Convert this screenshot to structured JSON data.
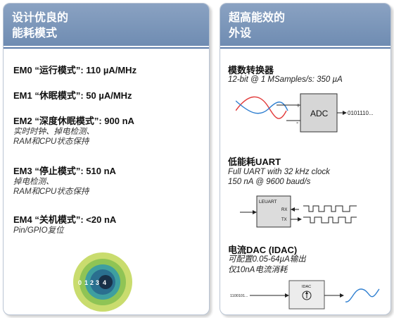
{
  "left": {
    "header": [
      "设计优良的",
      "能耗模式"
    ],
    "modes": [
      {
        "title": "EM0 “运行模式”: 110 µA/MHz",
        "desc": []
      },
      {
        "title": "EM1 “休眠模式”: 50 µA/MHz",
        "desc": []
      },
      {
        "title": "EM2 “深度休眠模式”: 900 nA",
        "desc": [
          "实时时钟、掉电检测、",
          "RAM和CPU状态保持"
        ]
      },
      {
        "title": "EM3 “停止模式”: 510 nA",
        "desc": [
          "掉电检测、",
          "RAM和CPU状态保持"
        ]
      },
      {
        "title": "EM4 “关机模式”: <20 nA",
        "desc": [
          "Pin/GPIO复位"
        ]
      }
    ],
    "target_labels": [
      "0",
      "1",
      "2",
      "3",
      "4"
    ]
  },
  "right": {
    "header": [
      "超高能效的",
      "外设"
    ],
    "adc": {
      "title": "模数转换器",
      "desc": "12-bit @ 1 MSamples/s: 350 µA",
      "block_label": "ADC",
      "plus": "+",
      "minus": "-",
      "output": "0101110..."
    },
    "uart": {
      "title": "低能耗UART",
      "desc": [
        "Full UART with 32 kHz clock",
        "150 nA @ 9600 baud/s"
      ],
      "block_label": "LEUART",
      "rx": "RX",
      "tx": "TX"
    },
    "idac": {
      "title": "电流DAC (IDAC)",
      "desc": [
        "可配置0.05-64µA输出",
        "仅10nA电流消耗"
      ],
      "block_label": "IDAC",
      "input": "1100101..."
    }
  },
  "colors": {
    "header_blue": "#7b96bb",
    "ring_outer": "#c9dc6e",
    "ring_middle": "#8fc455",
    "ring_teal": "#3e9fa0",
    "ring_dark": "#2a6f8f",
    "center_dark": "#183048",
    "wave_red": "#e23b3b",
    "wave_blue": "#2f7fd0"
  }
}
